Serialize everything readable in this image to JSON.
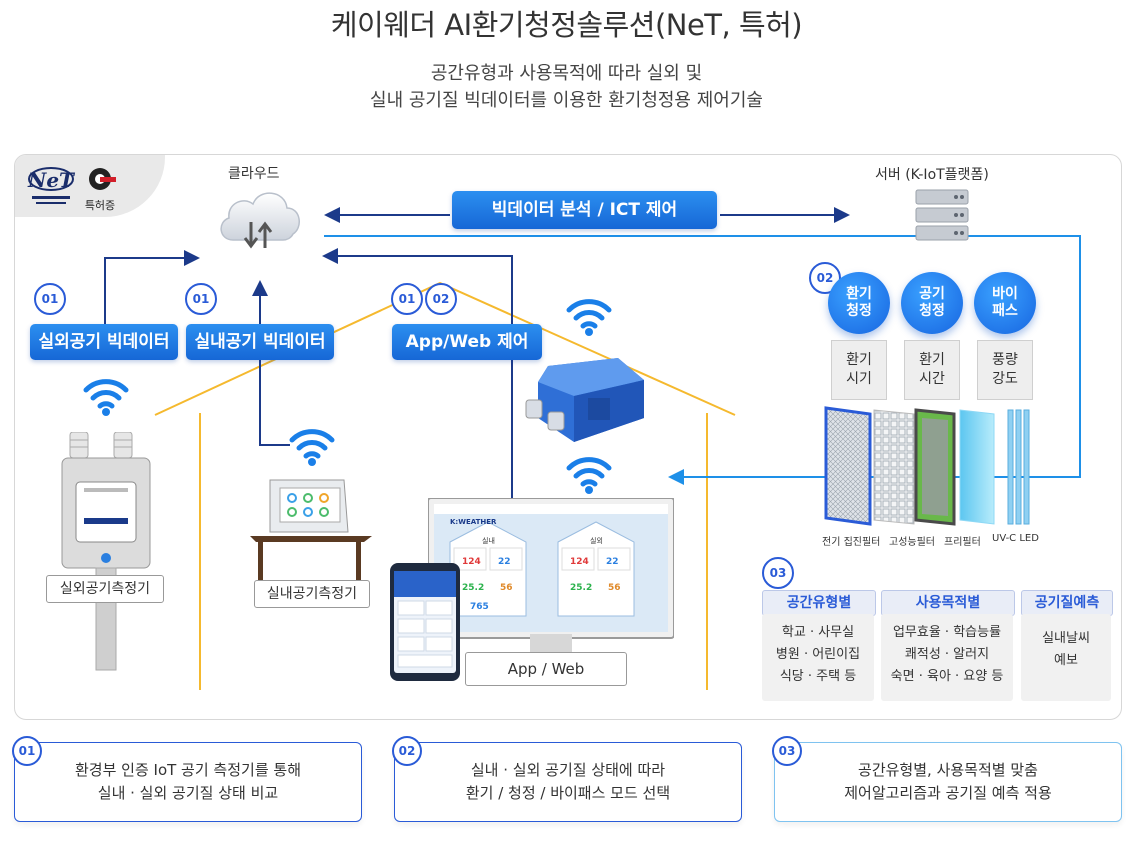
{
  "header": {
    "title": "케이웨더 AI환기청정솔루션(NeT, 특허)",
    "subtitle_line1": "공간유형과 사용목적에 따라 실외 및",
    "subtitle_line2": "실내 공기질 빅데이터를 이용한 환기청정용 제어기술"
  },
  "logos": {
    "net": "NeT",
    "patent": "특허증"
  },
  "cloud": {
    "label": "클라우드"
  },
  "server": {
    "label": "서버 (K-IoT플랫폼)"
  },
  "banner": {
    "label": "빅데이터 분석 / ICT 제어"
  },
  "nums": {
    "n01": "01",
    "n02": "02",
    "n03": "03"
  },
  "pills": {
    "outdoor_bigdata": "실외공기 빅데이터",
    "indoor_bigdata": "실내공기 빅데이터",
    "app_web_control": "App/Web 제어"
  },
  "modes": [
    {
      "line1": "환기",
      "line2": "청정"
    },
    {
      "line1": "공기",
      "line2": "청정"
    },
    {
      "line1": "바이",
      "line2": "패스"
    }
  ],
  "mode_subs": [
    {
      "line1": "환기",
      "line2": "시기"
    },
    {
      "line1": "환기",
      "line2": "시간"
    },
    {
      "line1": "풍량",
      "line2": "강도"
    }
  ],
  "filters": [
    "전기 집진필터",
    "고성능필터",
    "프리필터",
    "UV-C LED"
  ],
  "devices": {
    "outdoor_meter": "실외공기측정기",
    "indoor_meter": "실내공기측정기",
    "app_web": "App / Web"
  },
  "categories": [
    {
      "head": "공간유형별",
      "items": [
        "학교 · 사무실",
        "병원 · 어린이집",
        "식당 · 주택 등"
      ]
    },
    {
      "head": "사용목적별",
      "items": [
        "업무효율 · 학습능률",
        "쾌적성 · 알러지",
        "숙면 · 육아 · 요양 등"
      ]
    },
    {
      "head": "공기질예측",
      "items": [
        "실내날씨",
        "예보"
      ]
    }
  ],
  "bottom": [
    {
      "num": "01",
      "line1": "환경부 인증 IoT 공기 측정기를 통해",
      "line2": "실내 · 실외 공기질 상태 비교"
    },
    {
      "num": "02",
      "line1": "실내 · 실외 공기질 상태에 따라",
      "line2": "환기 / 청정 / 바이패스 모드 선택"
    },
    {
      "num": "03",
      "line1": "공간유형별, 사용목적별  맞춤",
      "line2": "제어알고리즘과 공기질 예측 적용"
    }
  ],
  "screen": {
    "brand": "K:WEATHER",
    "room1": "실내",
    "room2": "실외",
    "v1": "124",
    "v2": "22",
    "v3": "25.2",
    "v4": "56",
    "v5": "765"
  },
  "colors": {
    "accent_blue": "#2a5bd7",
    "line_navy": "#1c3a8a",
    "line_light": "#1e90e8",
    "roof_yellow": "#f5b92e"
  }
}
